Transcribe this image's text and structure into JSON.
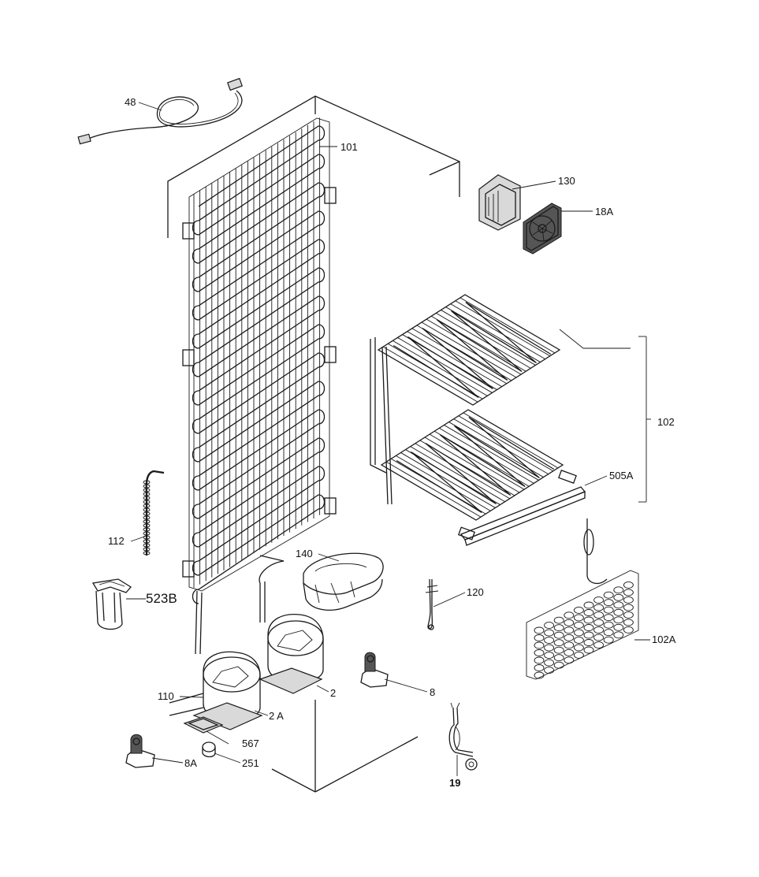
{
  "labels": {
    "p48": "48",
    "p101": "101",
    "p130": "130",
    "p18a": "18A",
    "p102": "102",
    "p505a": "505A",
    "p112": "112",
    "p523b": "523B",
    "p140": "140",
    "p120": "120",
    "p102a": "102A",
    "p110": "110",
    "p2": "2",
    "p2a": "2 A",
    "p8": "8",
    "p567": "567",
    "p8a": "8A",
    "p251": "251",
    "p19": "19"
  }
}
